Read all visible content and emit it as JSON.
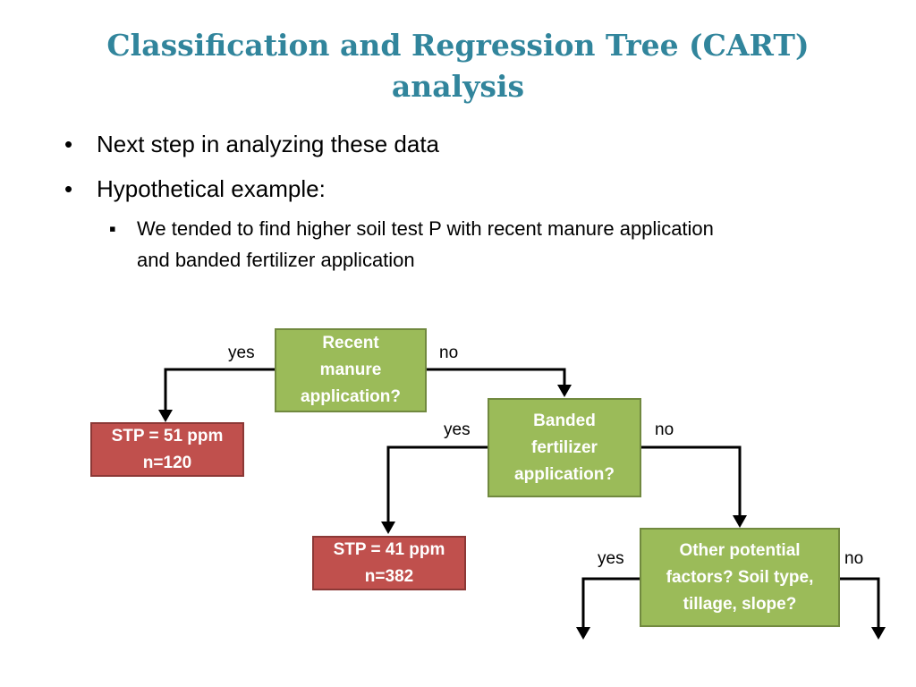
{
  "title": {
    "line1": "Classification and Regression Tree (CART)",
    "line2": "analysis"
  },
  "bullets": [
    "Next step in analyzing these data",
    "Hypothetical example:"
  ],
  "sub_bullet": {
    "line1": "We tended to find higher soil test P with recent manure application",
    "line2": "and banded fertilizer application"
  },
  "tree": {
    "node1": {
      "line1": "Recent",
      "line2": "manure",
      "line3": "application?"
    },
    "node2": {
      "line1": "Banded",
      "line2": "fertilizer",
      "line3": "application?"
    },
    "node3": {
      "line1": "Other potential",
      "line2": "factors? Soil type,",
      "line3": "tillage, slope?"
    },
    "leaf1": {
      "line1": "STP = 51 ppm",
      "line2": "n=120"
    },
    "leaf2": {
      "line1": "STP = 41 ppm",
      "line2": "n=382"
    },
    "labels": {
      "yes": "yes",
      "no": "no"
    }
  },
  "colors": {
    "title": "#31859c",
    "decision_fill": "#9bbb59",
    "leaf_fill": "#c0504d"
  }
}
